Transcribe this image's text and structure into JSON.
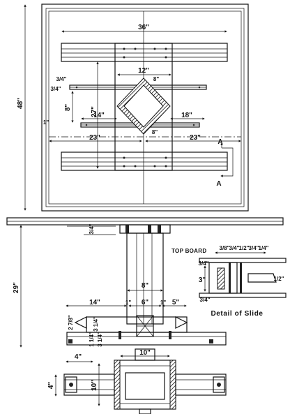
{
  "labels": {
    "top_36": "36\"",
    "top_12": "12\"",
    "top_8a": "8\"",
    "left_48": "48\"",
    "left_27": "27\"",
    "left_8": "8\"",
    "left_3_4": "3/4\"",
    "left_1": "1\"",
    "left_3_4b": "3/4\"",
    "w14": "14\"",
    "w18": "18\"",
    "w8b": "8\"",
    "w23l": "23\"",
    "w23r": "23\"",
    "a_upper": "A",
    "a_lower": "A",
    "h3_4": "3/4\"",
    "h29": "29\"",
    "w8c": "8\"",
    "w14b": "14\"",
    "w1a": "1\"",
    "w6": "6\"",
    "w1b": "1\"",
    "w5": "5\"",
    "h2_7_8": "2 7/8\"",
    "h3_1_4": "3 1/4\"",
    "h1_1_4": "1 1/4\"",
    "h3_1_4b": "3 1/4\"",
    "w10": "10\"",
    "w4": "4\"",
    "h4": "4\"",
    "h10": "10\"",
    "top_board": "TOP BOARD",
    "d_3_8": "3/8\"",
    "d_3_4a": "3/4\"",
    "d_1_2a": "1/2\"",
    "d_3_4b": "3/4\"",
    "d_1_4": "1/4\"",
    "d_3_4c": "3/4\"",
    "d_3": "3\"",
    "d_1_2b": "1/2\"",
    "d_3_4d": "3/4\"",
    "caption": "Detail of Slide"
  }
}
